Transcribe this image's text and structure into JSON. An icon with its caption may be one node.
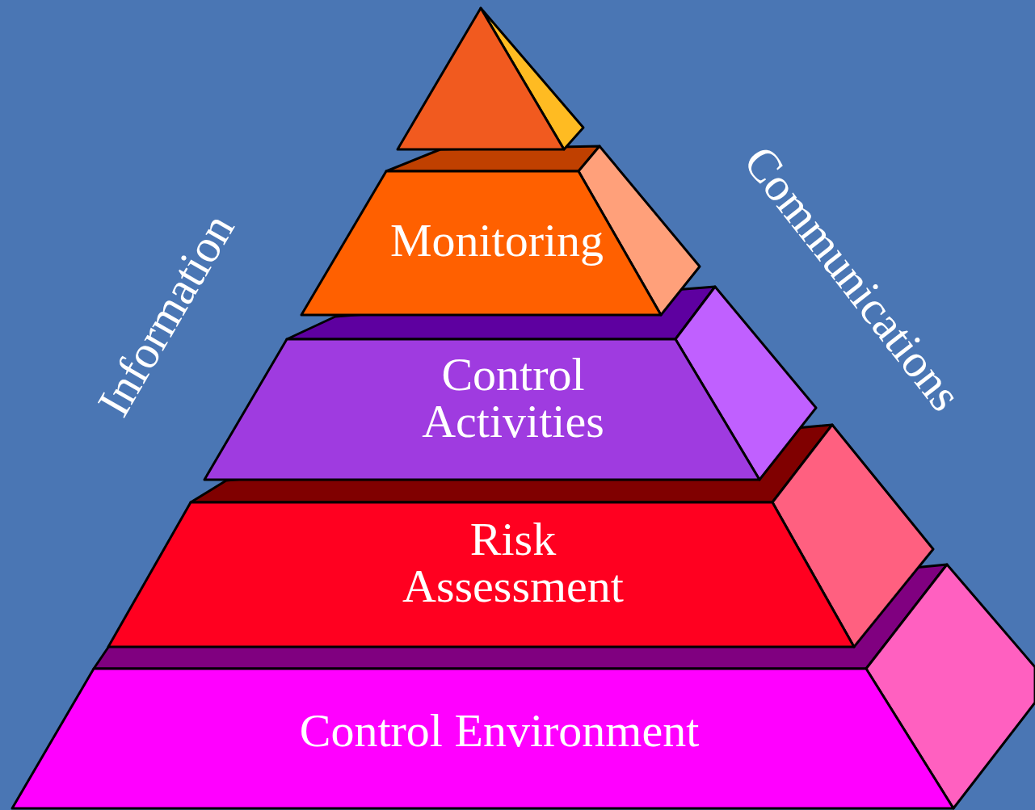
{
  "diagram": {
    "nodes": [
      {
        "text": [],
        "shape": "triangle"
      },
      {
        "text": [
          "Monitoring"
        ]
      },
      {
        "text": [
          "Control Activities"
        ]
      },
      {
        "text": [
          "Risk Assessment"
        ]
      },
      {
        "text": [
          "Control Environment"
        ]
      }
    ],
    "labels": [
      "Information",
      "Communications"
    ]
  }
}
